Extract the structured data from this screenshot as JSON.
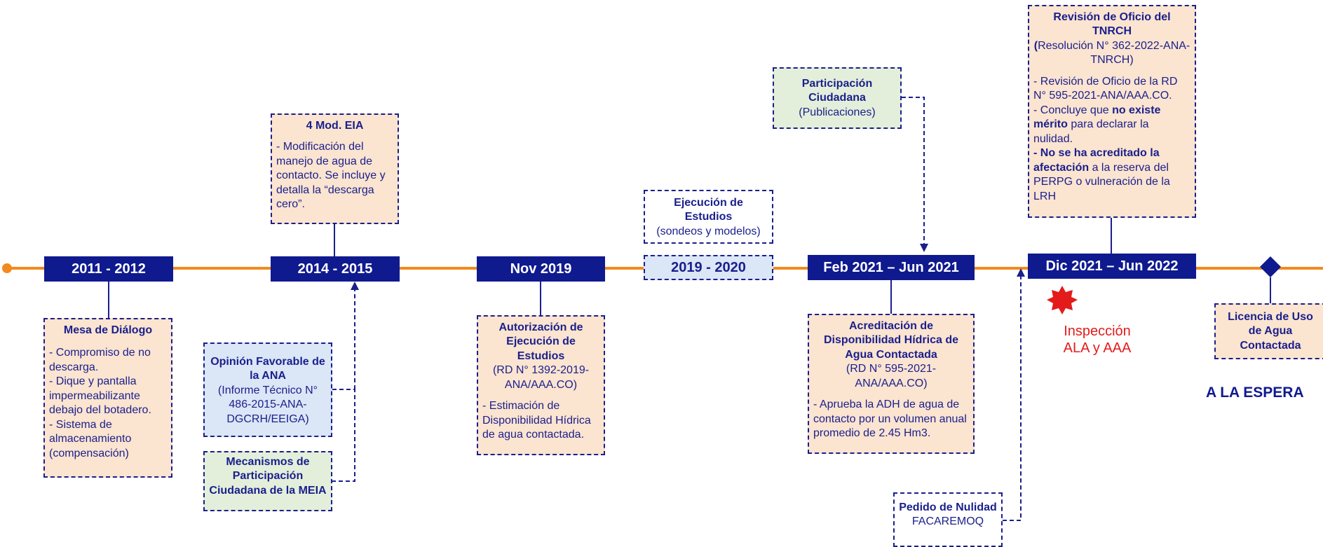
{
  "periods": {
    "p1": "2011 - 2012",
    "p2": "2014 - 2015",
    "p3": "Nov 2019",
    "p4": "2019 - 2020",
    "p5": "Feb 2021 – Jun 2021",
    "p6": "Dic 2021 – Jun 2022"
  },
  "mesa": {
    "title": "Mesa de Diálogo",
    "items": [
      "- Compromiso de no descarga.",
      "- Dique y pantalla impermeabilizante debajo del botadero.",
      "- Sistema de almacenamiento (compensación)"
    ]
  },
  "mod_eia": {
    "title": "4 Mod. EIA",
    "text": "- Modificación del manejo de agua de contacto. Se incluye y detalla la “descarga cero”."
  },
  "opinion": {
    "title": "Opinión Favorable de la ANA",
    "subtitle": "(Informe Técnico N° 486-2015-ANA-DGCRH/EEIGA)"
  },
  "mecanismos": {
    "title": "Mecanismos de Participación Ciudadana de la MEIA"
  },
  "autorizacion": {
    "title": "Autorización de Ejecución de Estudios",
    "subtitle": "(RD N° 1392-2019-ANA/AAA.CO)",
    "text": "- Estimación de Disponibilidad Hídrica de agua contactada."
  },
  "ejecucion": {
    "title": "Ejecución de Estudios",
    "subtitle": "(sondeos y modelos)"
  },
  "participacion": {
    "title": "Participación Ciudadana",
    "subtitle": "(Publicaciones)"
  },
  "acreditacion": {
    "title": "Acreditación de Disponibilidad Hídrica de Agua Contactada",
    "subtitle": "(RD N° 595-2021-ANA/AAA.CO)",
    "text": "- Aprueba la ADH de agua de contacto por un volumen anual promedio de 2.45 Hm3."
  },
  "pedido": {
    "title": "Pedido de Nulidad",
    "subtitle": "FACAREMOQ"
  },
  "revision": {
    "title": "Revisión de Oficio del TNRCH",
    "sub_paren": "(",
    "subtitle": "Resolución N° 362-2022-ANA-TNRCH)",
    "item1": "- Revisión de Oficio de la RD N° 595-2021-ANA/AAA.CO.",
    "item2_a": "- Concluye que ",
    "item2_b": "no existe mérito",
    "item2_c": " para declarar la nulidad.",
    "item3_a": "- No se ha acreditado la afectación",
    "item3_b": " a la reserva del PERPG o vulneración de la LRH"
  },
  "inspeccion": {
    "line1": "Inspección",
    "line2": "ALA y AAA",
    "icon": "red-star-burst-icon"
  },
  "licencia": {
    "title": "Licencia de Uso de Agua Contactada"
  },
  "espera": "A LA ESPERA",
  "colors": {
    "timeline": "#f28a1e",
    "navy": "#0f1a8f",
    "peach": "#fbe4d0",
    "light_blue": "#dbe6f6",
    "light_green": "#e3efda",
    "red": "#e31b1b"
  }
}
